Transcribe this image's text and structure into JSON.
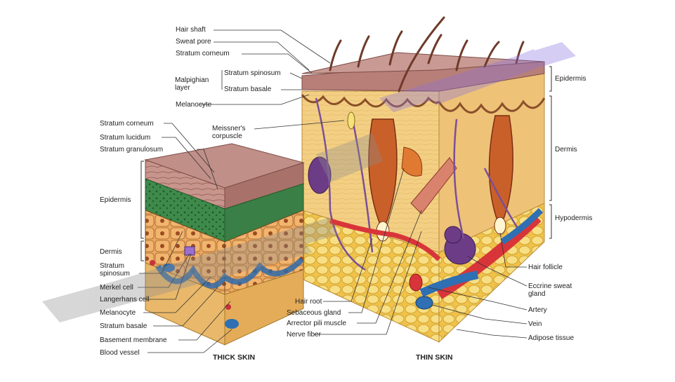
{
  "thick_skin": {
    "caption": "THICK SKIN",
    "labels": {
      "stratum_corneum": "Stratum corneum",
      "stratum_lucidum": "Stratum lucidum",
      "stratum_granulosum": "Stratum granulosum",
      "epidermis": "Epidermis",
      "dermis": "Dermis",
      "stratum_spinosum": "Stratum spinosum",
      "merkel_cell": "Merkel cell",
      "langerhans_cell": "Langerhans cell",
      "melanocyte": "Melanocyte",
      "stratum_basale": "Stratum basale",
      "basement_membrane": "Basement membrane",
      "blood_vessel": "Blood vessel"
    }
  },
  "thin_skin": {
    "caption": "THIN SKIN",
    "labels": {
      "hair_shaft": "Hair shaft",
      "sweat_pore": "Sweat pore",
      "stratum_corneum": "Stratum corneum",
      "malpighian_layer": "Malpighian layer",
      "stratum_spinosum": "Stratum spinosum",
      "stratum_basale": "Stratum basale",
      "melanocyte": "Melanocyte",
      "meissners_corpuscle": "Meissner's corpuscle",
      "hair_root": "Hair root",
      "sebaceous_gland": "Sebaceous gland",
      "arrector_pili_muscle": "Arrector pili muscle",
      "nerve_fiber": "Nerve fiber",
      "epidermis": "Epidermis",
      "dermis": "Dermis",
      "hypodermis": "Hypodermis",
      "hair_follicle": "Hair follicle",
      "eccrine_sweat_gland": "Eccrine sweat gland",
      "artery": "Artery",
      "vein": "Vein",
      "adipose_tissue": "Adipose tissue"
    }
  },
  "colors": {
    "epidermis_top": "#b77f78",
    "granulosum_green": "#3f8a4a",
    "dermis_tan": "#f3cf83",
    "adipose_yellow": "#f5d56b",
    "artery_red": "#d8353a",
    "vein_blue": "#2f6fb3",
    "nerve_purple": "#7b4f97",
    "sweat_gland_purple": "#6d3c86",
    "follicle_orange": "#c9602a",
    "watermark_grey": "#9a9a9a",
    "watermark_violet": "#8a72e0"
  }
}
